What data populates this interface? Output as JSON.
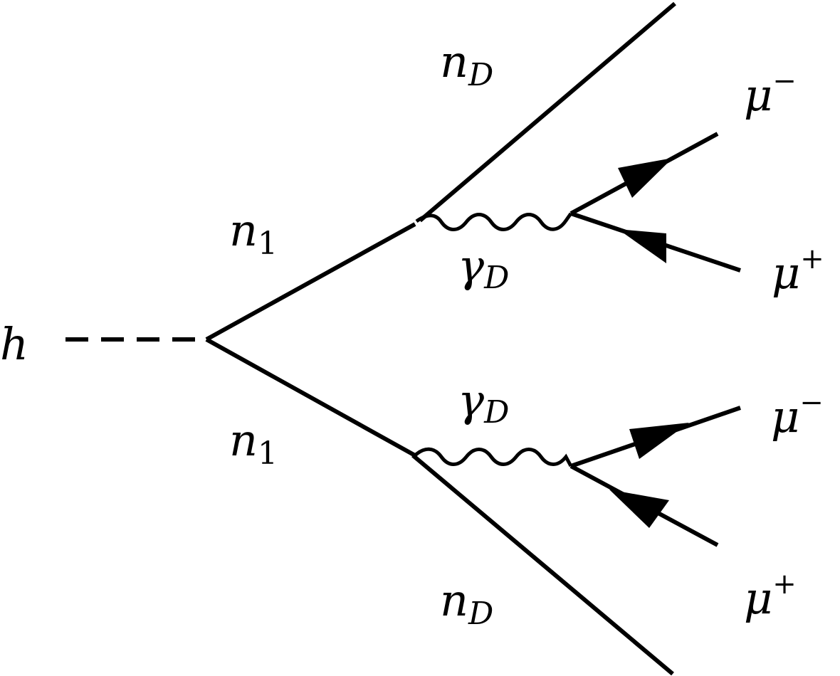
{
  "diagram": {
    "labels": {
      "higgs": "h",
      "n1_upper": {
        "base": "n",
        "sub": "1"
      },
      "n1_lower": {
        "base": "n",
        "sub": "1"
      },
      "nD_upper": {
        "base": "n",
        "sub": "D"
      },
      "nD_lower": {
        "base": "n",
        "sub": "D"
      },
      "gammaD_upper": {
        "base": "γ",
        "sub": "D"
      },
      "gammaD_lower": {
        "base": "γ",
        "sub": "D"
      },
      "mu_minus_upper": {
        "base": "μ",
        "sup": "−"
      },
      "mu_plus_upper": {
        "base": "μ",
        "sup": "+"
      },
      "mu_minus_lower": {
        "base": "μ",
        "sup": "−"
      },
      "mu_plus_lower": {
        "base": "μ",
        "sup": "+"
      }
    }
  }
}
